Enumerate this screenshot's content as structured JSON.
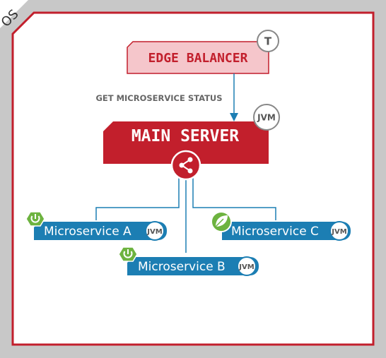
{
  "environment": {
    "label": "OS"
  },
  "edge_balancer": {
    "label": "EDGE BALANCER",
    "badge": "T"
  },
  "connection": {
    "label": "GET MICROSERVICE STATUS"
  },
  "main_server": {
    "label": "MAIN SERVER",
    "badge": "JVM",
    "hub_icon": "share-icon"
  },
  "microservices": [
    {
      "label": "Microservice A",
      "badge": "JVM",
      "icon": "power-icon"
    },
    {
      "label": "Microservice B",
      "badge": "JVM",
      "icon": "power-icon"
    },
    {
      "label": "Microservice C",
      "badge": "JVM",
      "icon": "leaf-icon"
    }
  ],
  "colors": {
    "os_frame": "#c8c8c8",
    "border_red": "#c21f2c",
    "edge_fill": "#f5c6cb",
    "server_fill": "#c21f2c",
    "ms_fill": "#1c7eb3",
    "spring_green": "#6db33f",
    "line_blue": "#1c7eb3"
  }
}
